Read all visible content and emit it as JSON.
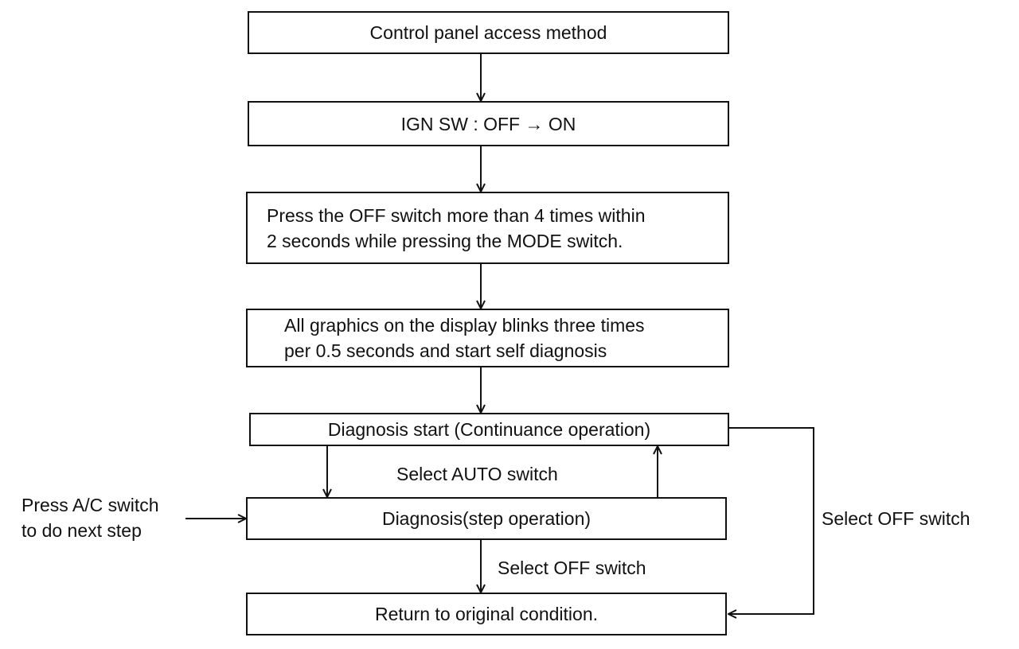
{
  "boxes": {
    "access": "Control panel access method",
    "ign": "IGN SW : OFF → ON",
    "press_line1": "Press the OFF switch more than 4 times within",
    "press_line2": "2 seconds while pressing the MODE switch.",
    "blink_line1": "All graphics on the display blinks three times",
    "blink_line2": "per 0.5 seconds and start self diagnosis",
    "diag_start": "Diagnosis start (Continuance operation)",
    "diag_step": "Diagnosis(step operation)",
    "return": "Return to original condition."
  },
  "labels": {
    "select_auto": "Select AUTO switch",
    "select_off_right": "Select OFF switch",
    "select_off_bottom": "Select OFF switch",
    "press_ac_line1": "Press A/C switch",
    "press_ac_line2": "to do next step"
  }
}
